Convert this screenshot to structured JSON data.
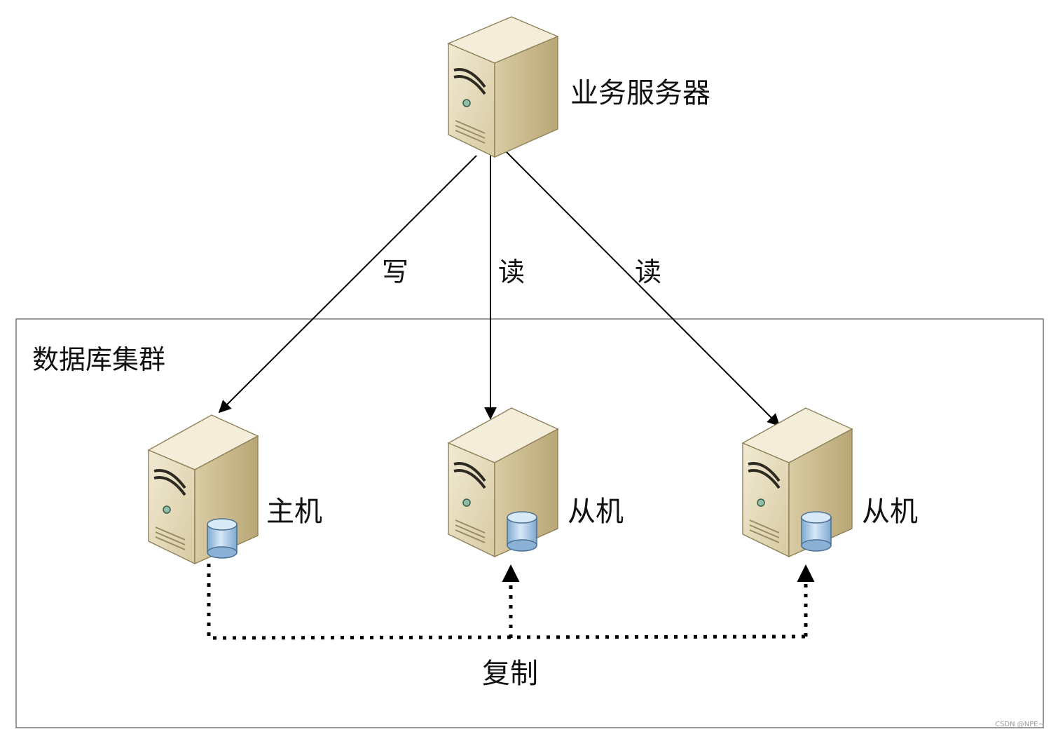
{
  "diagram": {
    "nodes": {
      "app_server": {
        "label": "业务服务器",
        "icon": "server-icon"
      },
      "master": {
        "label": "主机",
        "icon": "server-database-icon"
      },
      "slave_1": {
        "label": "从机",
        "icon": "server-database-icon"
      },
      "slave_2": {
        "label": "从机",
        "icon": "server-database-icon"
      }
    },
    "cluster": {
      "label": "数据库集群"
    },
    "edges": {
      "write": {
        "from": "app_server",
        "to": "master",
        "label": "写"
      },
      "read_1": {
        "from": "app_server",
        "to": "slave_1",
        "label": "读"
      },
      "read_2": {
        "from": "app_server",
        "to": "slave_2",
        "label": "读"
      },
      "replication": {
        "from": "master",
        "to": [
          "slave_1",
          "slave_2"
        ],
        "label": "复制",
        "style": "dotted"
      }
    }
  },
  "colors": {
    "server_front": "#e3d9bb",
    "server_side": "#c9b98c",
    "server_top": "#efe8d2",
    "db_blue": "#9fc3e3",
    "cluster_border": "#7a7a7a"
  },
  "watermark": "CSDN @NPE~"
}
